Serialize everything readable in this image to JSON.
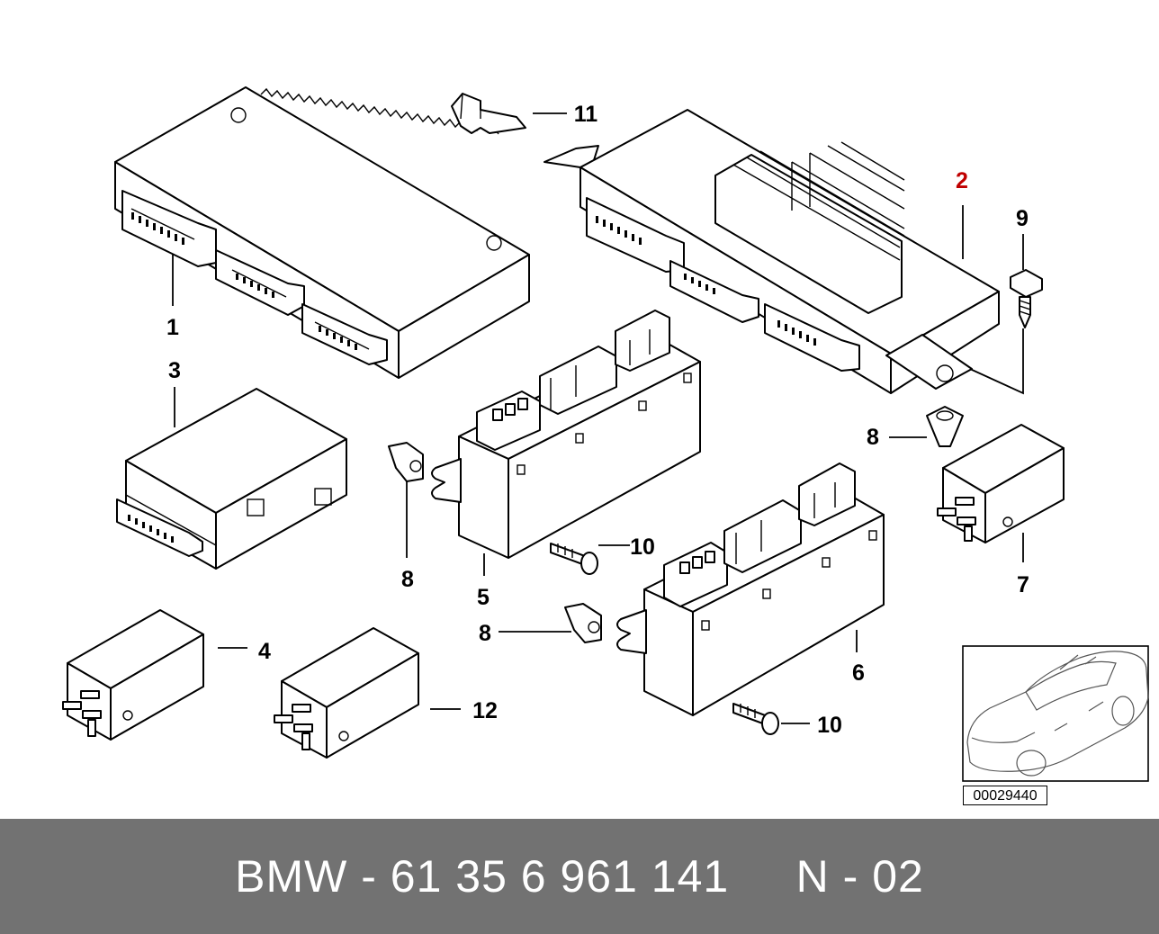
{
  "diagram": {
    "callouts": {
      "c1": "1",
      "c2": "2",
      "c3": "3",
      "c4": "4",
      "c5": "5",
      "c6": "6",
      "c7": "7",
      "c8a": "8",
      "c8b": "8",
      "c8c": "8",
      "c9": "9",
      "c10a": "10",
      "c10b": "10",
      "c11": "11",
      "c12": "12"
    },
    "highlighted_callout": "2",
    "highlight_color": "#c00000",
    "inset": {
      "code": "00029440",
      "icon": "car-outline"
    }
  },
  "footer": {
    "text": "BMW - 61 35 6 961 141     N - 02",
    "background": "#727272",
    "color": "#ffffff"
  }
}
